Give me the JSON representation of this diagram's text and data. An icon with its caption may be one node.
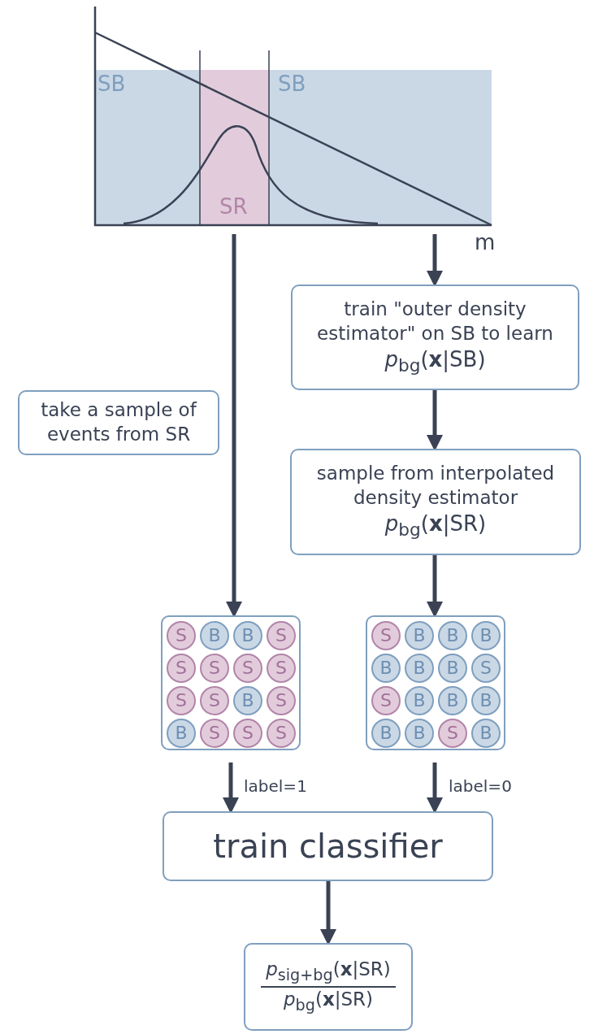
{
  "diagram": {
    "nodes": [
      {
        "text": [],
        "shape": "picture"
      },
      {
        "text": [
          "train \"outer density estimator\" on SB to learn",
          "*p*$_{bg}$(**x**|SB)"
        ]
      },
      {
        "text": [
          "take a sample of events from SR"
        ]
      },
      {
        "text": [
          "sample from interpolated density estimator",
          "*p*$_{bg}$(**x**|SR)"
        ]
      },
      {
        "text": [],
        "shape": "box"
      },
      {
        "text": [
          "S"
        ],
        "in": 4
      },
      {
        "text": [
          "B"
        ],
        "in": 4
      },
      {
        "text": [
          "B"
        ],
        "in": 4
      },
      {
        "text": [
          "S"
        ],
        "in": 4
      },
      {
        "text": [
          "S"
        ],
        "in": 4
      },
      {
        "text": [
          "S"
        ],
        "in": 4
      },
      {
        "text": [
          "S"
        ],
        "in": 4
      },
      {
        "text": [
          "S"
        ],
        "in": 4
      },
      {
        "text": [
          "S"
        ],
        "in": 4
      },
      {
        "text": [
          "S"
        ],
        "in": 4
      },
      {
        "text": [
          "B"
        ],
        "in": 4
      },
      {
        "text": [
          "S"
        ],
        "in": 4
      },
      {
        "text": [
          "B"
        ],
        "in": 4
      },
      {
        "text": [
          "S"
        ],
        "in": 4
      },
      {
        "text": [
          "S"
        ],
        "in": 4
      },
      {
        "text": [
          "S"
        ],
        "in": 4
      },
      {
        "text": [],
        "shape": "box"
      },
      {
        "text": [
          "S"
        ],
        "in": 21
      },
      {
        "text": [
          "B"
        ],
        "in": 21
      },
      {
        "text": [
          "B"
        ],
        "in": 21
      },
      {
        "text": [
          "B"
        ],
        "in": 21
      },
      {
        "text": [
          "B"
        ],
        "in": 21
      },
      {
        "text": [
          "B"
        ],
        "in": 21
      },
      {
        "text": [
          "B"
        ],
        "in": 21
      },
      {
        "text": [
          "S"
        ],
        "in": 21
      },
      {
        "text": [
          "S"
        ],
        "in": 21
      },
      {
        "text": [
          "B"
        ],
        "in": 21
      },
      {
        "text": [
          "B"
        ],
        "in": 21
      },
      {
        "text": [
          "B"
        ],
        "in": 21
      },
      {
        "text": [
          "B"
        ],
        "in": 21
      },
      {
        "text": [
          "B"
        ],
        "in": 21
      },
      {
        "text": [
          "S"
        ],
        "in": 21
      },
      {
        "text": [
          "B"
        ],
        "in": 21
      },
      {
        "text": [
          "train classifier"
        ]
      },
      {
        "text": [
          "*p*$_{sig+bg}$(**x**|SR)",
          "*p*$_{bg}$(**x**|SR)"
        ]
      }
    ],
    "edges": [
      {
        "from": 0,
        "to": 4,
        "arrow": "to"
      },
      {
        "from": 0,
        "to": 1,
        "arrow": "to"
      },
      {
        "from": 1,
        "to": 3,
        "arrow": "to"
      },
      {
        "from": 3,
        "to": 21,
        "arrow": "to"
      },
      {
        "from": 4,
        "to": 38,
        "arrow": "to",
        "label": "label=1"
      },
      {
        "from": 21,
        "to": 38,
        "arrow": "to",
        "label": "label=0"
      },
      {
        "from": 38,
        "to": 39,
        "arrow": "to"
      }
    ],
    "labels": [
      "SB",
      "SB",
      "SR",
      "m"
    ]
  }
}
